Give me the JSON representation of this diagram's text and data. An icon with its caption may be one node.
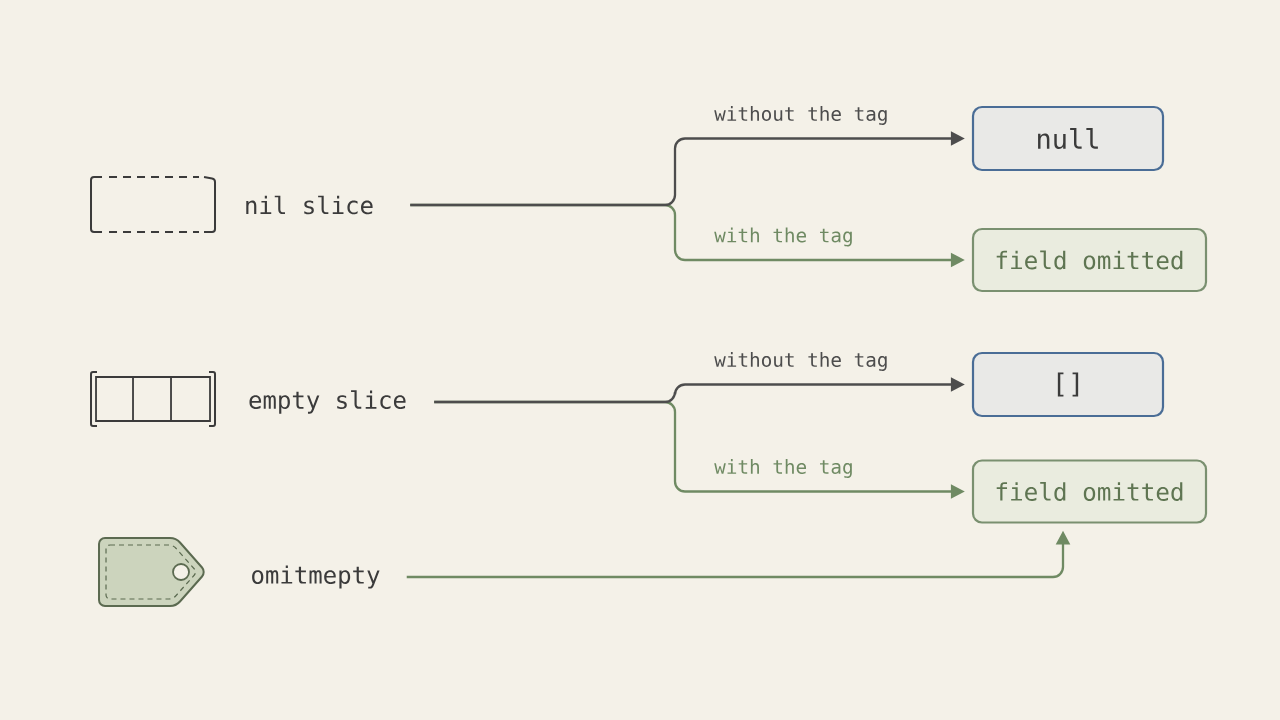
{
  "diagram": {
    "nodes": [
      {
        "text": [
          "nil slice"
        ]
      },
      {
        "text": [
          "null"
        ]
      },
      {
        "text": [
          "field omitted"
        ]
      },
      {
        "text": [
          "empty slice"
        ]
      },
      {
        "text": [
          "[]"
        ]
      },
      {
        "text": [
          "field omitted"
        ]
      },
      {
        "text": [
          "omitmepty"
        ]
      }
    ],
    "edges": [
      {
        "from": 0,
        "to": 1,
        "arrow": "to",
        "label": "without the tag"
      },
      {
        "from": 0,
        "to": 2,
        "arrow": "to",
        "label": "with the tag",
        "color": "#6f8a63"
      },
      {
        "from": 3,
        "to": 4,
        "arrow": "to",
        "label": "without the tag"
      },
      {
        "from": 3,
        "to": 5,
        "arrow": "to",
        "label": "with the tag",
        "color": "#6f8a63"
      },
      {
        "from": 6,
        "to": 5,
        "arrow": "to",
        "color": "#6f8a63"
      }
    ]
  }
}
